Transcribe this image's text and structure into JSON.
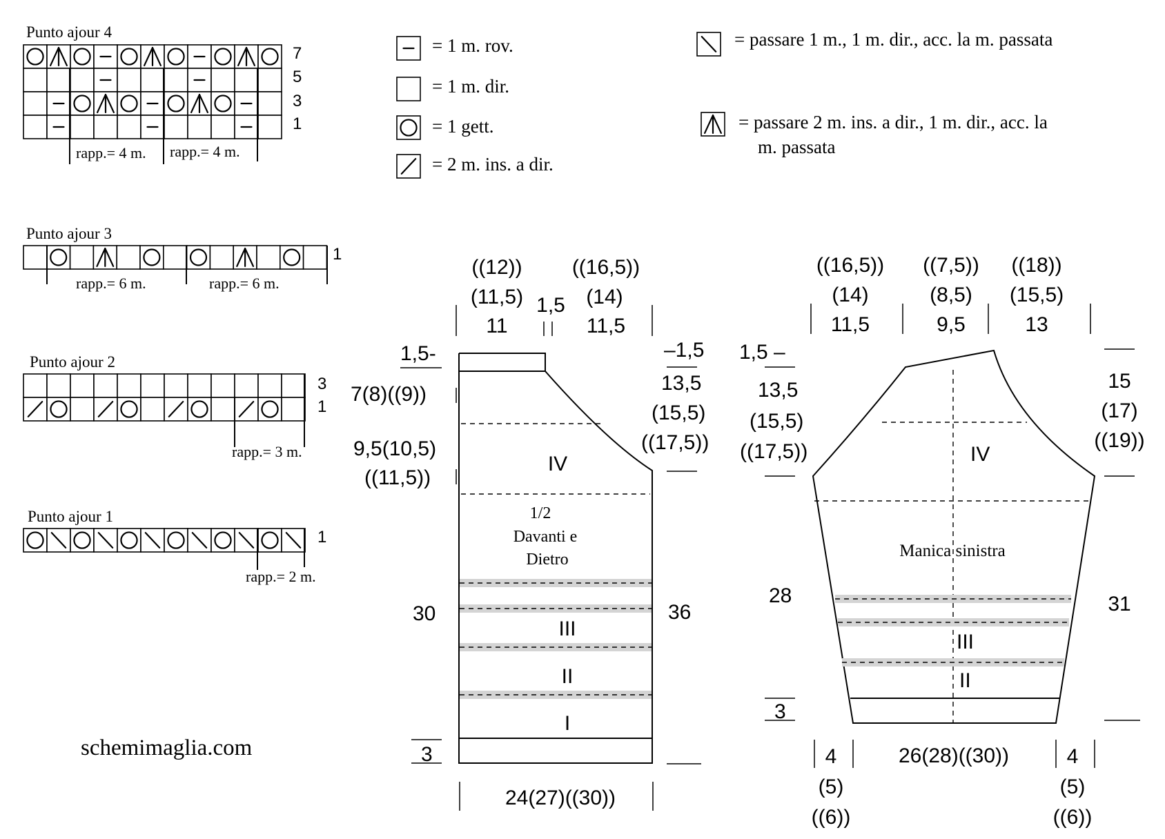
{
  "charts": {
    "ajour4": {
      "title": "Punto ajour 4",
      "rows": [
        [
          "O",
          "Λ",
          "O",
          "-",
          "O",
          "Λ",
          "O",
          "-",
          "O",
          "Λ",
          "O"
        ],
        [
          "",
          "",
          "",
          "-",
          "",
          "",
          "",
          "-",
          "",
          "",
          ""
        ],
        [
          "",
          "-",
          "O",
          "Λ",
          "O",
          "-",
          "O",
          "Λ",
          "O",
          "-",
          ""
        ],
        [
          "",
          "-",
          "",
          "",
          "",
          "-",
          "",
          "",
          "",
          "-",
          ""
        ]
      ],
      "row_numbers": [
        "7",
        "5",
        "3",
        "1"
      ],
      "repeat_labels": [
        "rapp.= 4 m.",
        "rapp.= 4 m."
      ]
    },
    "ajour3": {
      "title": "Punto ajour 3",
      "rows": [
        [
          "",
          "O",
          "",
          "Λ",
          "",
          "O",
          "",
          "O",
          "",
          "Λ",
          "",
          "O",
          ""
        ]
      ],
      "row_numbers": [
        "1"
      ],
      "repeat_labels": [
        "rapp.= 6 m.",
        "rapp.= 6 m."
      ]
    },
    "ajour2": {
      "title": "Punto ajour 2",
      "rows": [
        [
          "",
          "",
          "",
          "",
          "",
          "",
          "",
          "",
          "",
          "",
          "",
          ""
        ],
        [
          "/",
          "O",
          "",
          "/",
          "O",
          "",
          "/",
          "O",
          "",
          "/",
          "O",
          ""
        ]
      ],
      "row_numbers": [
        "3",
        "1"
      ],
      "repeat_labels": [
        "rapp.= 3 m."
      ]
    },
    "ajour1": {
      "title": "Punto ajour 1",
      "rows": [
        [
          "O",
          "\\",
          "O",
          "\\",
          "O",
          "\\",
          "O",
          "\\",
          "O",
          "\\",
          "O",
          "\\"
        ]
      ],
      "row_numbers": [
        "1"
      ],
      "repeat_labels": [
        "rapp.= 2 m."
      ]
    }
  },
  "legend": [
    {
      "symbol": "-",
      "text": "= 1 m. rov."
    },
    {
      "symbol": "",
      "text": "= 1 m. dir."
    },
    {
      "symbol": "O",
      "text": "= 1 gett."
    },
    {
      "symbol": "/",
      "text": "= 2 m. ins. a dir."
    },
    {
      "symbol": "\\",
      "text": "= passare 1 m., 1 m. dir., acc. la m. passata"
    },
    {
      "symbol": "Λ",
      "text": "= passare 2 m. ins. a dir., 1 m. dir., acc. la",
      "text2": "m. passata"
    }
  ],
  "body_piece": {
    "label_lines": [
      "1/2",
      "Davanti e",
      "Dietro"
    ],
    "zones": [
      "IV",
      "III",
      "II",
      "I"
    ],
    "top_widths": [
      [
        "((12))",
        "(11,5)",
        "11"
      ],
      [
        "1,5"
      ],
      [
        "((16,5))",
        "(14)",
        "11,5"
      ]
    ],
    "left": [
      [
        "1,5-"
      ],
      [
        "7(8)((9))"
      ],
      [
        "9,5(10,5)",
        "((11,5))"
      ],
      [
        "30"
      ],
      [
        "3"
      ]
    ],
    "right": [
      [
        "–1,5"
      ],
      [
        "13,5",
        "(15,5)",
        "((17,5))"
      ],
      [
        "36"
      ]
    ],
    "bottom": "24(27)((30))"
  },
  "sleeve_piece": {
    "label": "Manica sinistra",
    "zones": [
      "IV",
      "III",
      "II"
    ],
    "top_widths": [
      [
        "((16,5))",
        "(14)",
        "11,5"
      ],
      [
        "((7,5))",
        "(8,5)",
        "9,5"
      ],
      [
        "((18))",
        "(15,5)",
        "13"
      ]
    ],
    "left": [
      [
        "1,5 –"
      ],
      [
        "13,5",
        "(15,5)",
        "((17,5))"
      ],
      [
        "28"
      ],
      [
        "3"
      ]
    ],
    "right": [
      [
        "15",
        "(17)",
        "((19))"
      ],
      [
        "31"
      ]
    ],
    "bottom": [
      [
        "4",
        "(5)",
        "((6))"
      ],
      [
        "26(28)((30))"
      ],
      [
        "4",
        "(5)",
        "((6))"
      ]
    ]
  },
  "watermark": "schemimaglia.com"
}
